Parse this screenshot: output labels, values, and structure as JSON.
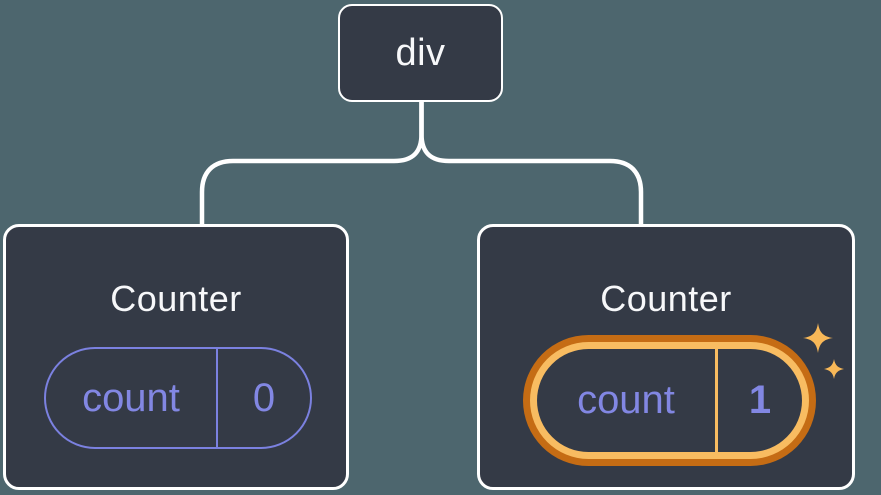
{
  "diagram": {
    "description": "React component tree: a div root with two Counter children; the second Counter's state is highlighted as updated",
    "root": {
      "label": "div"
    },
    "children": [
      {
        "title": "Counter",
        "state_name": "count",
        "state_value": "0",
        "highlighted": false
      },
      {
        "title": "Counter",
        "state_name": "count",
        "state_value": "1",
        "highlighted": true
      }
    ]
  },
  "icons": {
    "sparkles": "sparkles-icon"
  },
  "colors": {
    "background": "#4D666E",
    "card_bg": "#343A46",
    "card_border": "#FFFFFF",
    "connector": "#FFFFFF",
    "title_text": "#F7F8FA",
    "state_purple": "#8287E3",
    "state_border": "#7B81E0",
    "highlight_orange_dark": "#C56C14",
    "highlight_orange_light": "#F8BC61",
    "sparkle": "#F8B858"
  }
}
